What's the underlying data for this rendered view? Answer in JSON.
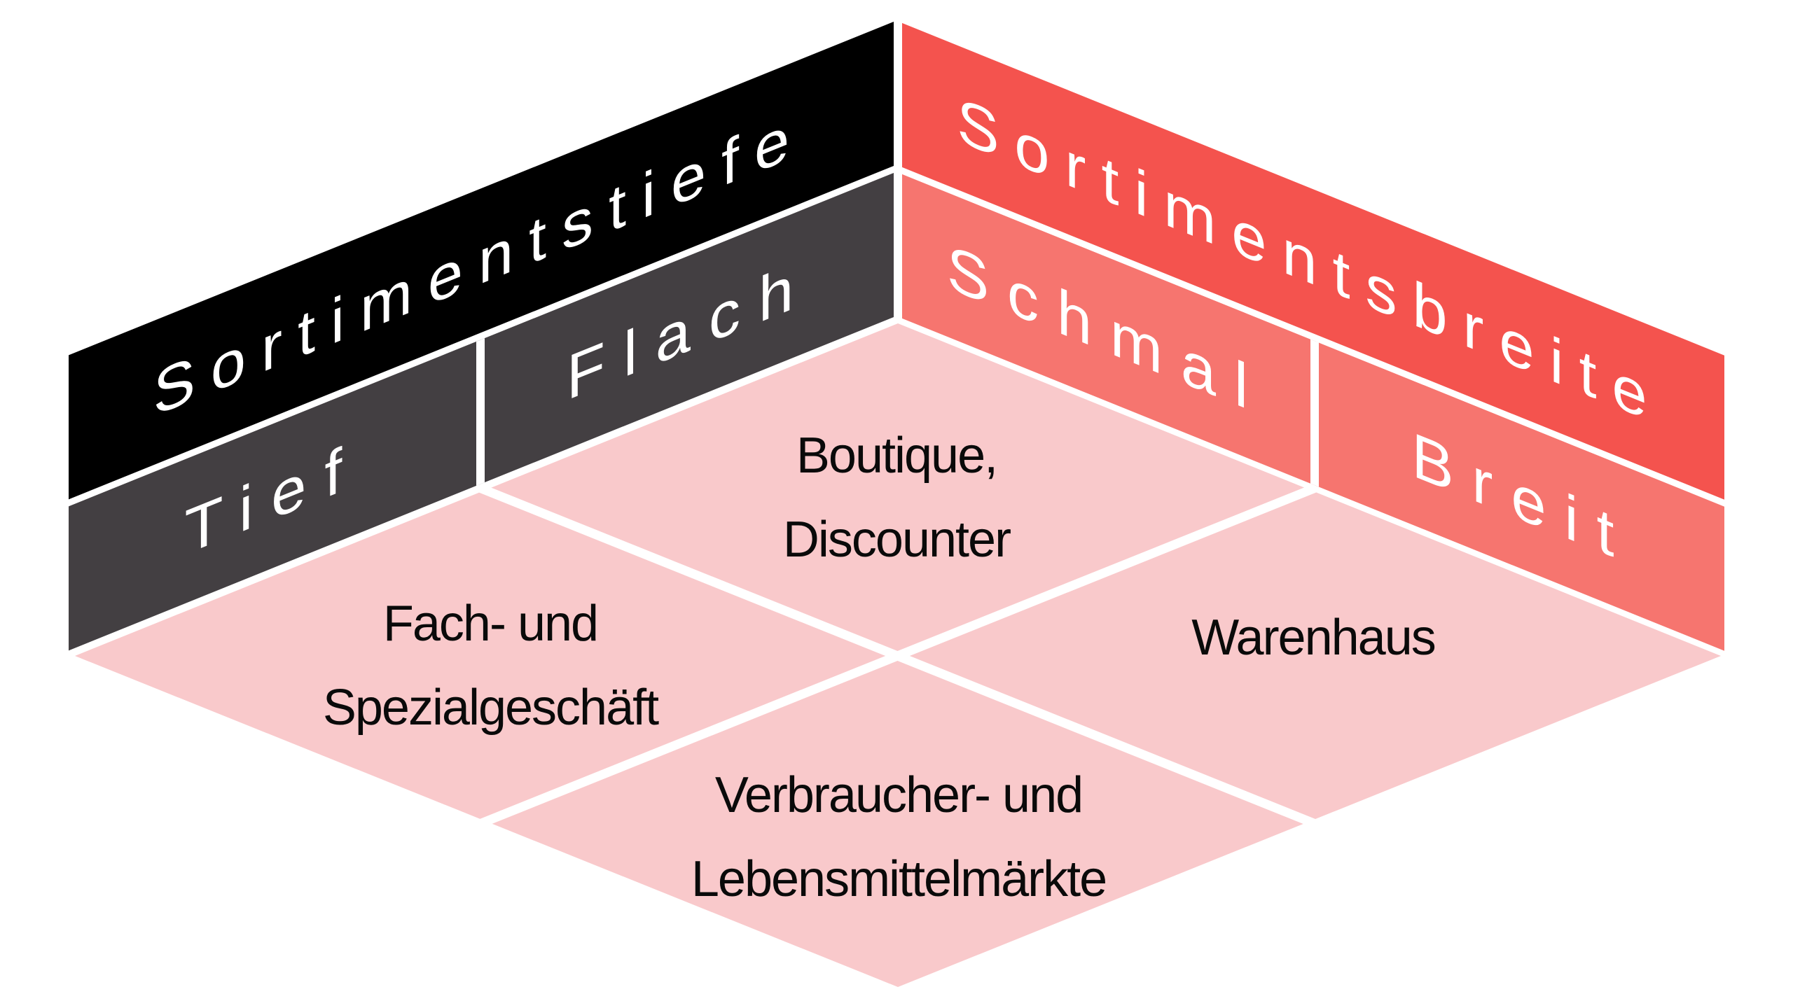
{
  "colors": {
    "black_band": "#000000",
    "gray_band": "#433F42",
    "red_band": "#F4534E",
    "light_red_band": "#F6756F",
    "pink_face": "#F9C9CB",
    "band_text": "#FFFFFF",
    "face_text": "#0A0A0A",
    "background": "#FFFFFF",
    "divider": "#FFFFFF"
  },
  "depth_axis": {
    "title": "Sortimentstiefe",
    "segments": [
      {
        "label": "Tief"
      },
      {
        "label": "Flach"
      }
    ]
  },
  "breadth_axis": {
    "title": "Sortimentsbreite",
    "segments": [
      {
        "label": "Schmal"
      },
      {
        "label": "Breit"
      }
    ]
  },
  "quadrants": {
    "top": {
      "line1": "Boutique,",
      "line2": "Discounter"
    },
    "left": {
      "line1": "Fach- und",
      "line2": "Spezialgeschäft"
    },
    "right": {
      "line1": "Warenhaus"
    },
    "bottom": {
      "line1": "Verbraucher- und",
      "line2": "Lebensmittelmärkte"
    }
  }
}
